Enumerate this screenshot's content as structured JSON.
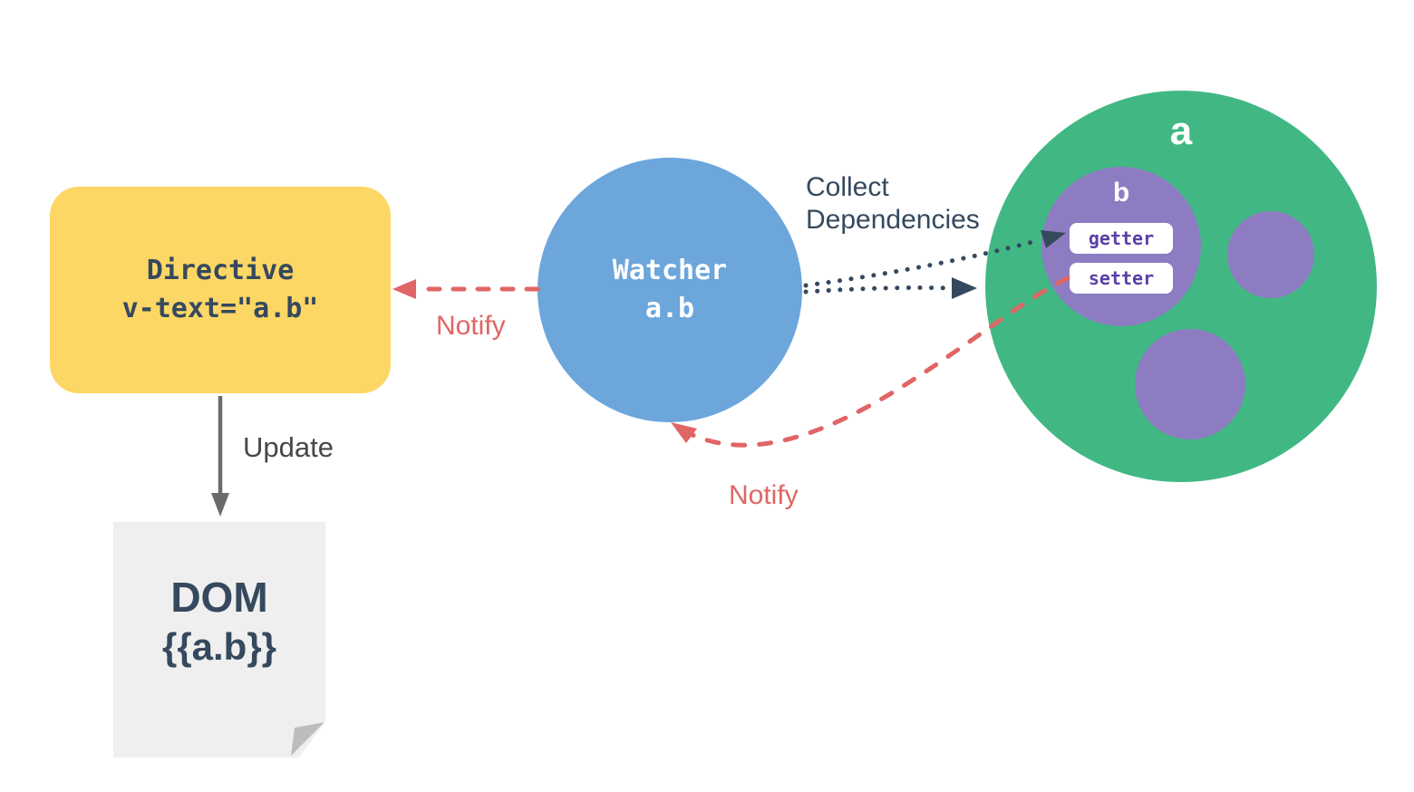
{
  "colors": {
    "background": "#ffffff",
    "directive_fill": "#FDD765",
    "watcher_fill": "#6CA6DB",
    "data_fill": "#41B883",
    "property_fill": "#8D7CC2",
    "getter_setter_text": "#5B3FA8",
    "navy_text": "#35495E",
    "notify_red": "#E06565",
    "update_gray": "#6B6B6B",
    "update_text": "#474747",
    "dom_page_fill": "#EFEFEF",
    "dom_fold_fill": "#BDBDBD",
    "white_text": "#ffffff"
  },
  "directive": {
    "title": "Directive",
    "expression": "v-text=\"a.b\""
  },
  "watcher": {
    "title": "Watcher",
    "expression": "a.b"
  },
  "data_object": {
    "label": "a",
    "property": {
      "label": "b",
      "getter_label": "getter",
      "setter_label": "setter"
    }
  },
  "dom": {
    "title": "DOM",
    "binding": "{{a.b}}"
  },
  "labels": {
    "update": "Update",
    "notify_directive": "Notify",
    "notify_watcher": "Notify",
    "collect_dependencies": "Collect Dependencies"
  }
}
